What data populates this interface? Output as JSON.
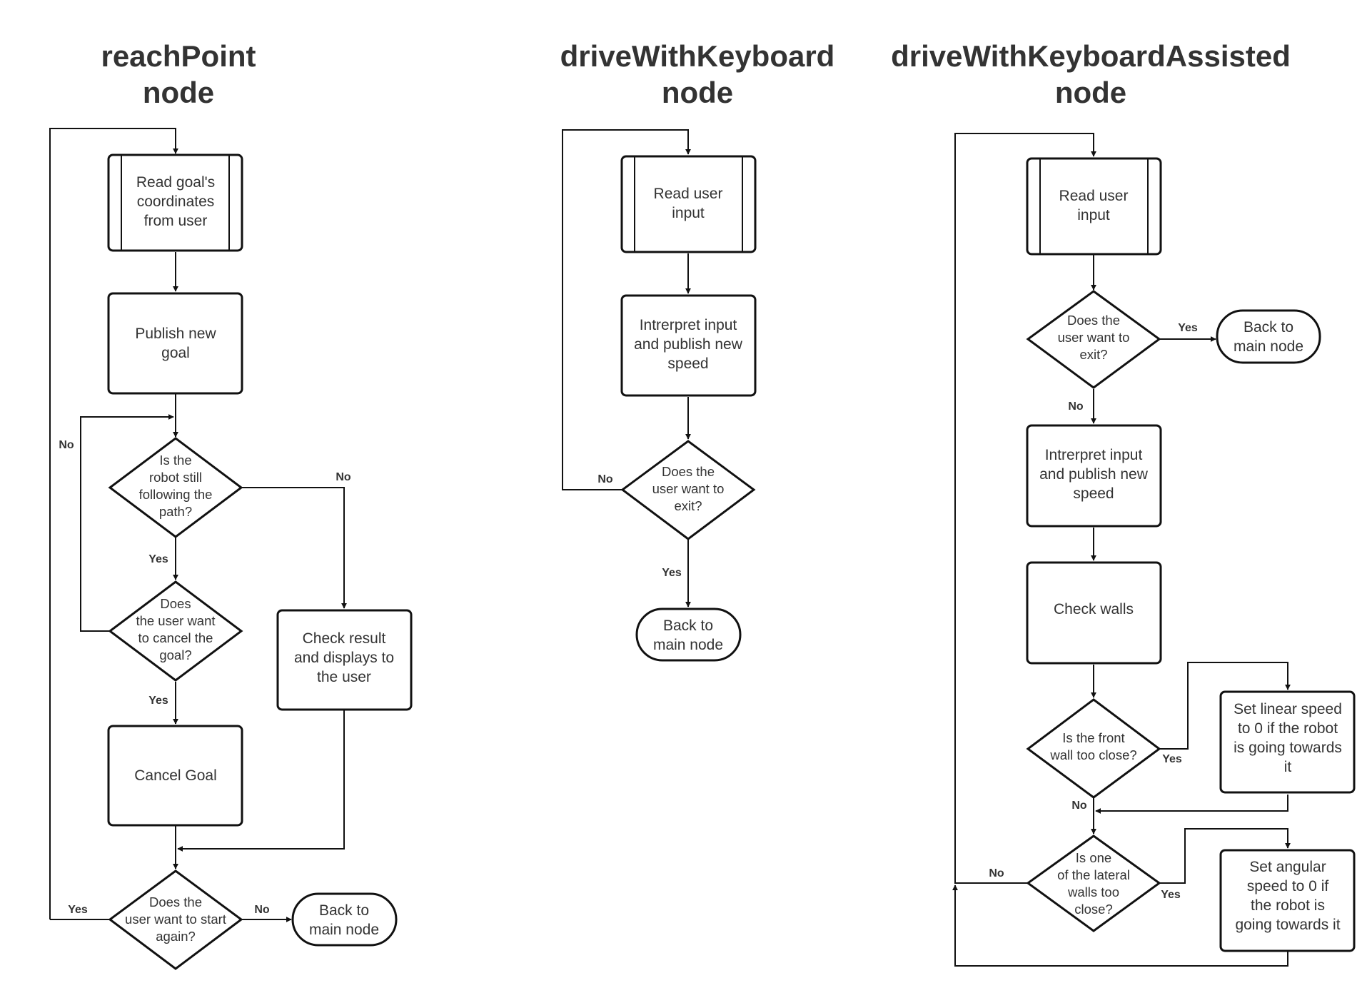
{
  "titles": {
    "reach_point": [
      "reachPoint",
      "node"
    ],
    "drive_keyboard": [
      "driveWithKeyboard",
      "node"
    ],
    "drive_assisted": [
      "driveWithKeyboardAssisted",
      "node"
    ]
  },
  "reach_point": {
    "read_goal": [
      "Read goal's",
      "coordinates",
      "from user"
    ],
    "publish_goal": [
      "Publish new",
      "goal"
    ],
    "still_following": [
      "Is the",
      "robot still",
      "following the",
      "path?"
    ],
    "cancel_question": [
      "Does",
      "the user want",
      "to cancel the",
      "goal?"
    ],
    "check_result": [
      "Check result",
      "and displays to",
      "the user"
    ],
    "cancel_goal": [
      "Cancel Goal"
    ],
    "start_again": [
      "Does the",
      "user want to start",
      "again?"
    ],
    "back_main": [
      "Back to",
      "main node"
    ],
    "labels": {
      "no_loop": "No",
      "no_right": "No",
      "yes_1": "Yes",
      "yes_2": "Yes",
      "yes_again": "Yes",
      "no_again": "No"
    }
  },
  "drive_keyboard": {
    "read_input": [
      "Read user",
      "input"
    ],
    "interpret": [
      "Intrerpret input",
      "and publish new",
      "speed"
    ],
    "exit_question": [
      "Does the",
      "user want to",
      "exit?"
    ],
    "back_main": [
      "Back to",
      "main node"
    ],
    "labels": {
      "no": "No",
      "yes": "Yes"
    }
  },
  "drive_assisted": {
    "read_input": [
      "Read user",
      "input"
    ],
    "exit_question": [
      "Does the",
      "user want to",
      "exit?"
    ],
    "back_main": [
      "Back to",
      "main node"
    ],
    "interpret": [
      "Intrerpret input",
      "and publish new",
      "speed"
    ],
    "check_walls": [
      "Check walls"
    ],
    "front_question": [
      "Is the front",
      "wall too close?"
    ],
    "set_linear": [
      "Set linear speed",
      "to 0 if  the robot",
      "is going towards",
      "it"
    ],
    "lateral_question": [
      "Is one",
      "of the lateral",
      "walls too",
      "close?"
    ],
    "set_angular": [
      "Set angular",
      "speed to 0 if",
      "the robot is",
      "going towards it"
    ],
    "labels": {
      "yes_exit": "Yes",
      "no_exit": "No",
      "yes_front": "Yes",
      "no_front": "No",
      "yes_lateral": "Yes",
      "no_lateral": "No"
    }
  }
}
